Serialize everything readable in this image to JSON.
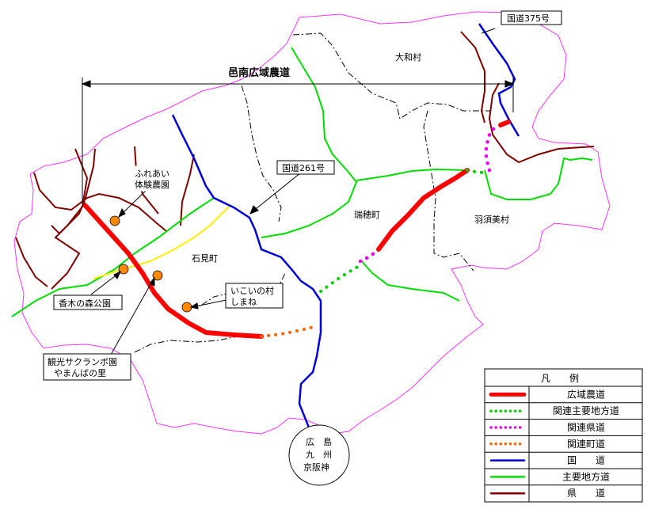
{
  "map": {
    "route_title": "邑南広域農道",
    "labels": {
      "yamato": "大和村",
      "kokudo375": "国道375号",
      "kokudo261": "国道261号",
      "fureai_line1": "ふれあい",
      "fureai_line2": "体験農園",
      "mizuho": "瑞穂町",
      "hasumi": "羽須美村",
      "iwami": "石見町",
      "ikoi_line1": "いこいの村",
      "ikoi_line2": "しまね",
      "kanoki": "香木の森公園",
      "sakuranbo_line1": "観光サクランボ園",
      "sakuranbo_line2": "やまんばの里",
      "dest_line1": "広　島",
      "dest_line2": "九　州",
      "dest_line3": "京阪神"
    }
  },
  "legend": {
    "title": "凡　　例",
    "items": [
      {
        "label": "広域農道",
        "color": "#ff0000",
        "style": "solid-thick"
      },
      {
        "label": "関連主要地方道",
        "color": "#00cc00",
        "style": "dotted"
      },
      {
        "label": "関連県道",
        "color": "#ee00ee",
        "style": "dotted"
      },
      {
        "label": "関連町道",
        "color": "#ff6600",
        "style": "dotted"
      },
      {
        "label": "国　　道",
        "color": "#0000dd",
        "style": "solid"
      },
      {
        "label": "主要地方道",
        "color": "#00dd00",
        "style": "solid"
      },
      {
        "label": "県　　道",
        "color": "#800000",
        "style": "solid"
      }
    ]
  }
}
